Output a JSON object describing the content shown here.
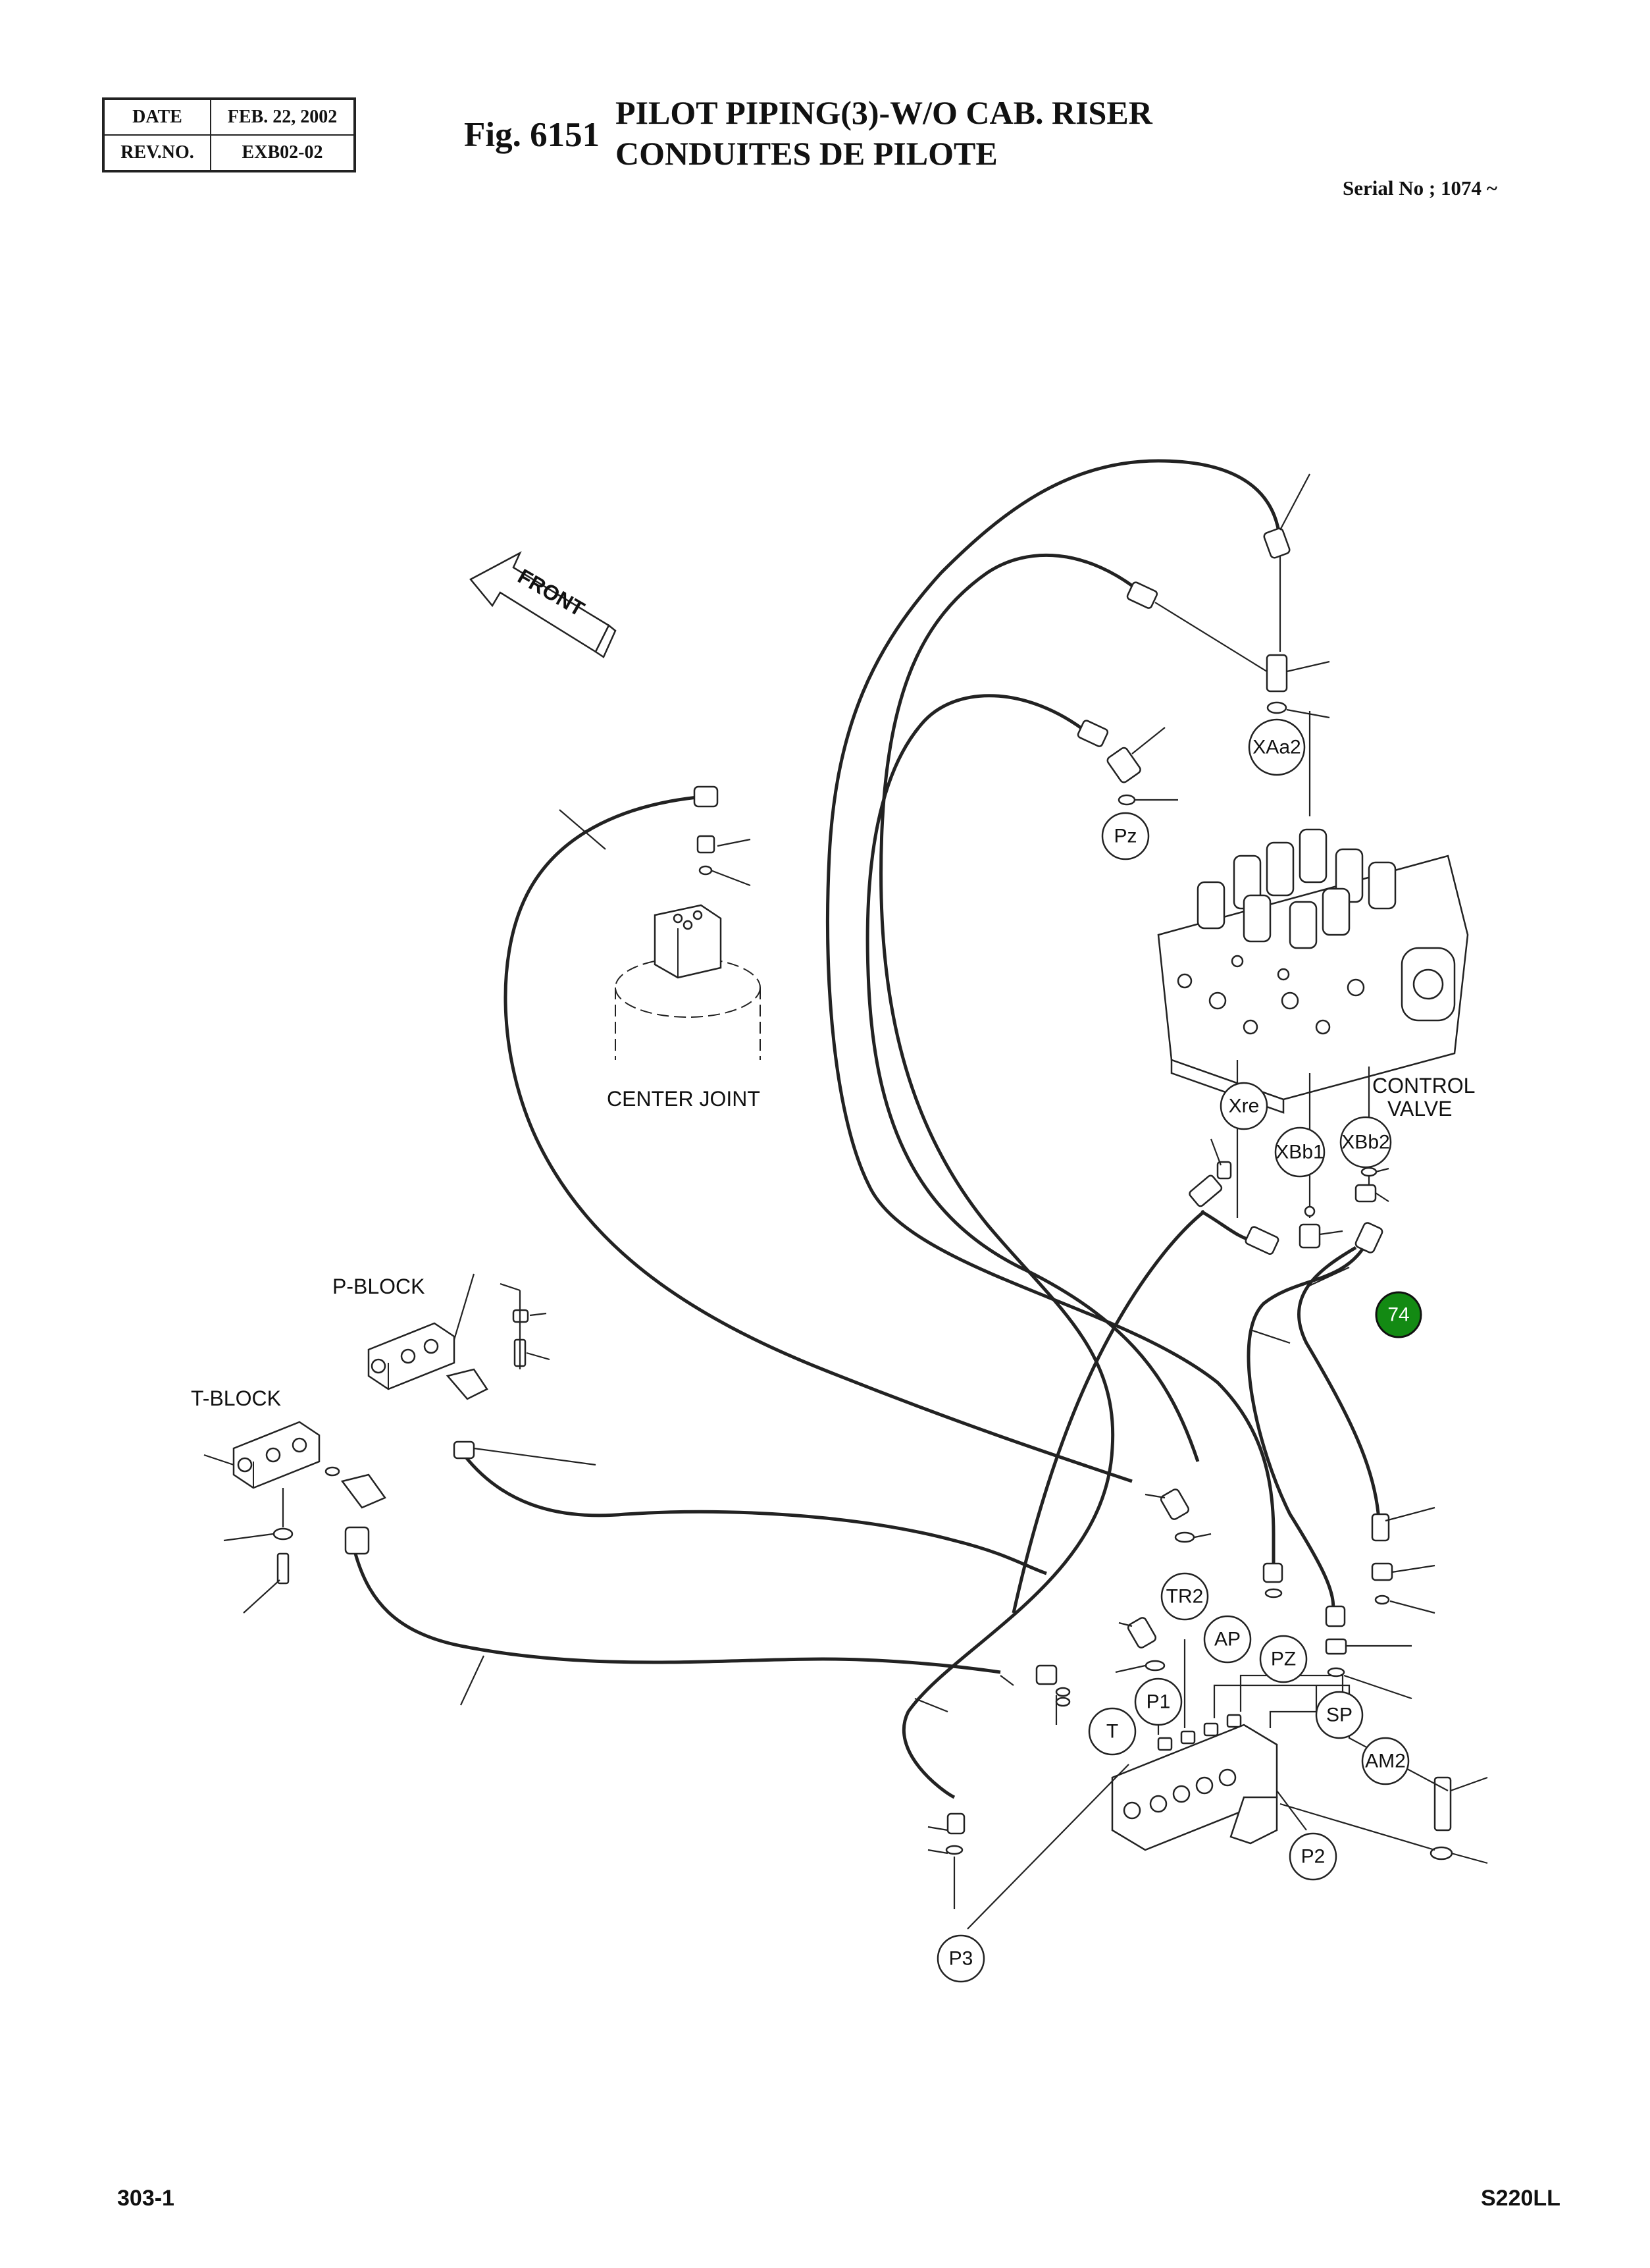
{
  "header": {
    "date_label": "DATE",
    "date_value": "FEB. 22, 2002",
    "rev_label": "REV.NO.",
    "rev_value": "EXB02-02",
    "figure": "Fig. 6151",
    "title_en": "PILOT PIPING(3)-W/O CAB. RISER",
    "title_fr": "CONDUITES DE PILOTE",
    "serial": "Serial No ; 1074 ~"
  },
  "labels": {
    "front": "FRONT",
    "center_joint": "CENTER JOINT",
    "control_valve_1": "CONTROL",
    "control_valve_2": "VALVE",
    "p_block": "P-BLOCK",
    "t_block": "T-BLOCK"
  },
  "ports": {
    "xaa2": "XAa2",
    "pz_small": "Pz",
    "xre": "Xre",
    "xbb1": "XBb1",
    "xbb2": "XBb2",
    "tr2": "TR2",
    "ap": "AP",
    "pz": "PZ",
    "sp": "SP",
    "p1": "P1",
    "t": "T",
    "am2": "AM2",
    "p2": "P2",
    "p3": "P3"
  },
  "callouts": [
    {
      "number": "74",
      "color": "#138a13"
    }
  ],
  "footer": {
    "page": "303-1",
    "model": "S220LL"
  }
}
